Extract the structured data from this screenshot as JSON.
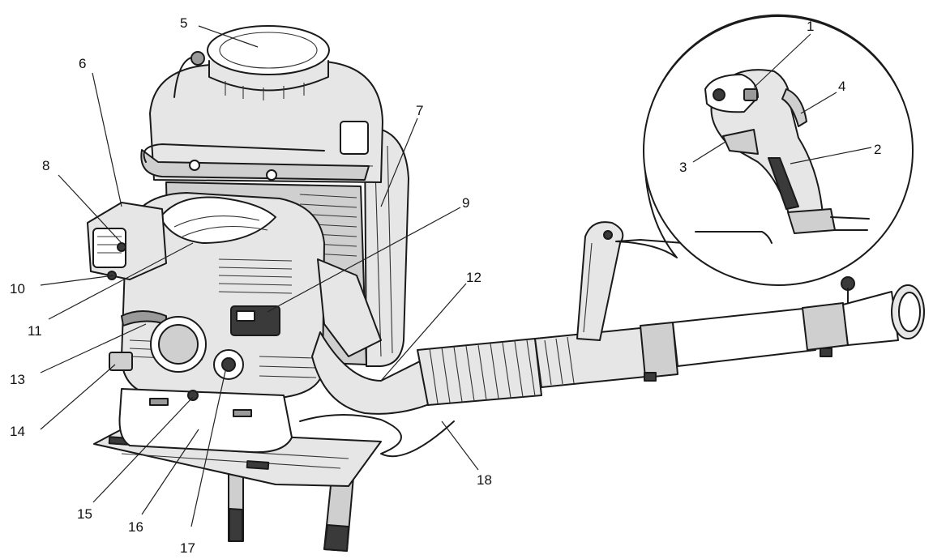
{
  "callouts": [
    {
      "id": "1",
      "text": "1"
    },
    {
      "id": "2",
      "text": "2"
    },
    {
      "id": "3",
      "text": "3"
    },
    {
      "id": "4",
      "text": "4"
    },
    {
      "id": "5",
      "text": "5"
    },
    {
      "id": "6",
      "text": "6"
    },
    {
      "id": "7",
      "text": "7"
    },
    {
      "id": "8",
      "text": "8"
    },
    {
      "id": "9",
      "text": "9"
    },
    {
      "id": "10",
      "text": "10"
    },
    {
      "id": "11",
      "text": "11"
    },
    {
      "id": "12",
      "text": "12"
    },
    {
      "id": "13",
      "text": "13"
    },
    {
      "id": "14",
      "text": "14"
    },
    {
      "id": "15",
      "text": "15"
    },
    {
      "id": "16",
      "text": "16"
    },
    {
      "id": "17",
      "text": "17"
    },
    {
      "id": "18",
      "text": "18"
    }
  ],
  "colors": {
    "background": "#ffffff",
    "outline": "#1a1a1a",
    "shade_light": "#e6e6e6",
    "shade_mid": "#cfcfcf",
    "shade_dark": "#3a3a3a"
  }
}
